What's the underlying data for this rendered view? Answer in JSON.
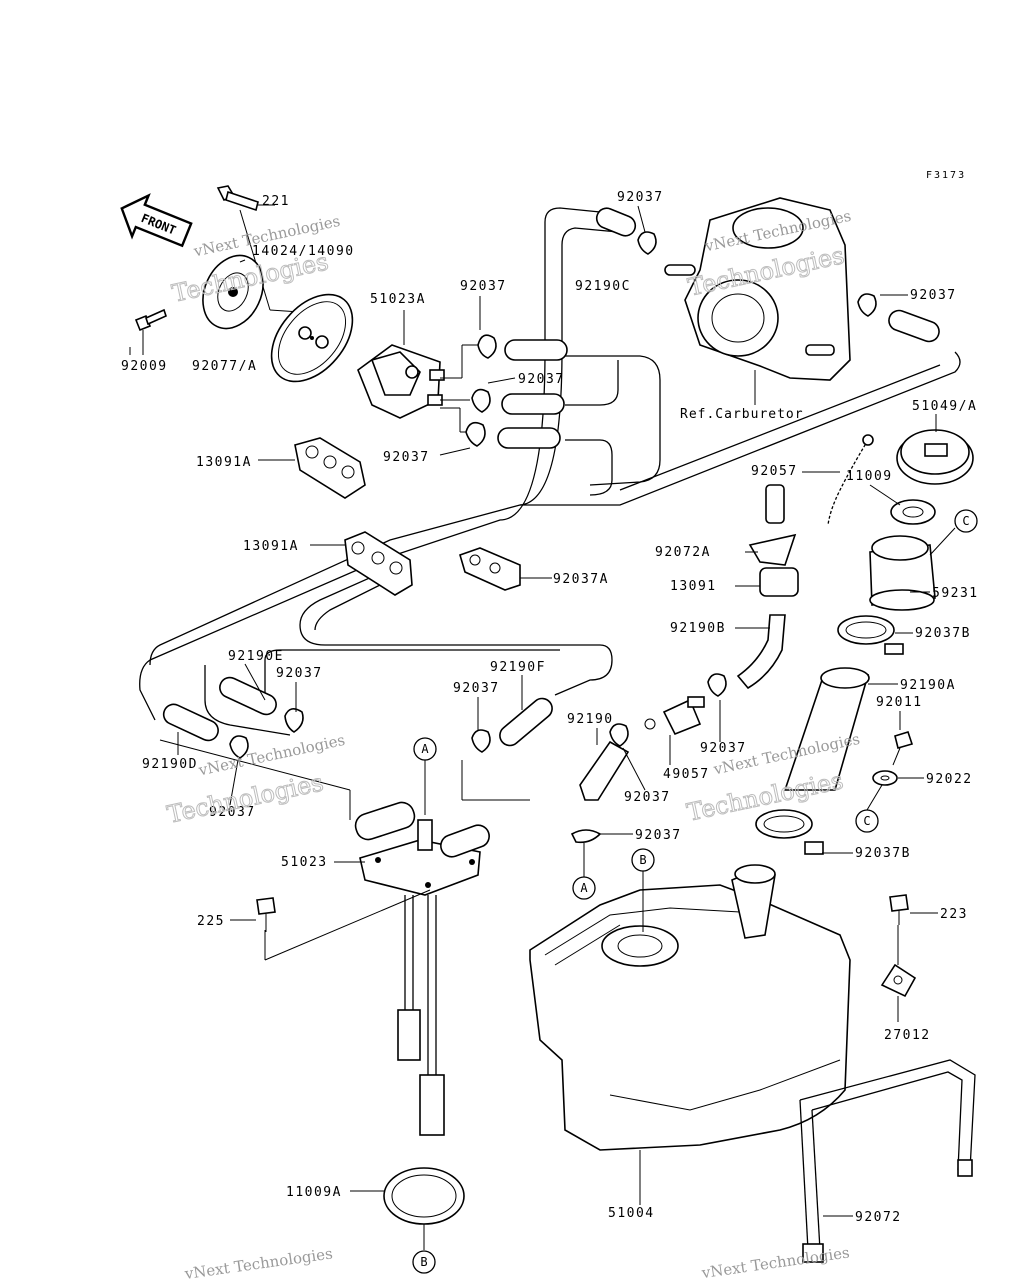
{
  "figure_code": "F3173",
  "front_label": "FRONT",
  "ref_note": "Ref.Carburetor",
  "watermark": {
    "line1": "vNext Technologies",
    "line2": "Technologies"
  },
  "callouts": {
    "A": "A",
    "B": "B",
    "C": "C"
  },
  "parts": [
    {
      "id": "p221",
      "number": "221"
    },
    {
      "id": "p14024",
      "number": "14024/14090"
    },
    {
      "id": "p92009",
      "number": "92009"
    },
    {
      "id": "p92077",
      "number": "92077/A"
    },
    {
      "id": "p51023A",
      "number": "51023A"
    },
    {
      "id": "p92037_a",
      "number": "92037"
    },
    {
      "id": "p92037_b",
      "number": "92037"
    },
    {
      "id": "p92037_c",
      "number": "92037"
    },
    {
      "id": "p92037_top",
      "number": "92037"
    },
    {
      "id": "p92190C",
      "number": "92190C"
    },
    {
      "id": "p92037_right",
      "number": "92037"
    },
    {
      "id": "p13091A_1",
      "number": "13091A"
    },
    {
      "id": "p13091A_2",
      "number": "13091A"
    },
    {
      "id": "p92037A",
      "number": "92037A"
    },
    {
      "id": "p51049",
      "number": "51049/A"
    },
    {
      "id": "p92057",
      "number": "92057"
    },
    {
      "id": "p11009",
      "number": "11009"
    },
    {
      "id": "p92072A",
      "number": "92072A"
    },
    {
      "id": "p13091",
      "number": "13091"
    },
    {
      "id": "p59231",
      "number": "59231"
    },
    {
      "id": "p92190B",
      "number": "92190B"
    },
    {
      "id": "p92037B_1",
      "number": "92037B"
    },
    {
      "id": "p92190A",
      "number": "92190A"
    },
    {
      "id": "p92011",
      "number": "92011"
    },
    {
      "id": "p92022",
      "number": "92022"
    },
    {
      "id": "p92190E",
      "number": "92190E"
    },
    {
      "id": "p92037_d",
      "number": "92037"
    },
    {
      "id": "p92190F",
      "number": "92190F"
    },
    {
      "id": "p92037_e",
      "number": "92037"
    },
    {
      "id": "p92190",
      "number": "92190"
    },
    {
      "id": "p92037_f",
      "number": "92037"
    },
    {
      "id": "p49057",
      "number": "49057"
    },
    {
      "id": "p92037_g",
      "number": "92037"
    },
    {
      "id": "p92190D",
      "number": "92190D"
    },
    {
      "id": "p92037_h",
      "number": "92037"
    },
    {
      "id": "p92037_i",
      "number": "92037"
    },
    {
      "id": "p92037B_2",
      "number": "92037B"
    },
    {
      "id": "p51023",
      "number": "51023"
    },
    {
      "id": "p225",
      "number": "225"
    },
    {
      "id": "p223",
      "number": "223"
    },
    {
      "id": "p27012",
      "number": "27012"
    },
    {
      "id": "p11009A",
      "number": "11009A"
    },
    {
      "id": "p51004",
      "number": "51004"
    },
    {
      "id": "p92072",
      "number": "92072"
    }
  ]
}
